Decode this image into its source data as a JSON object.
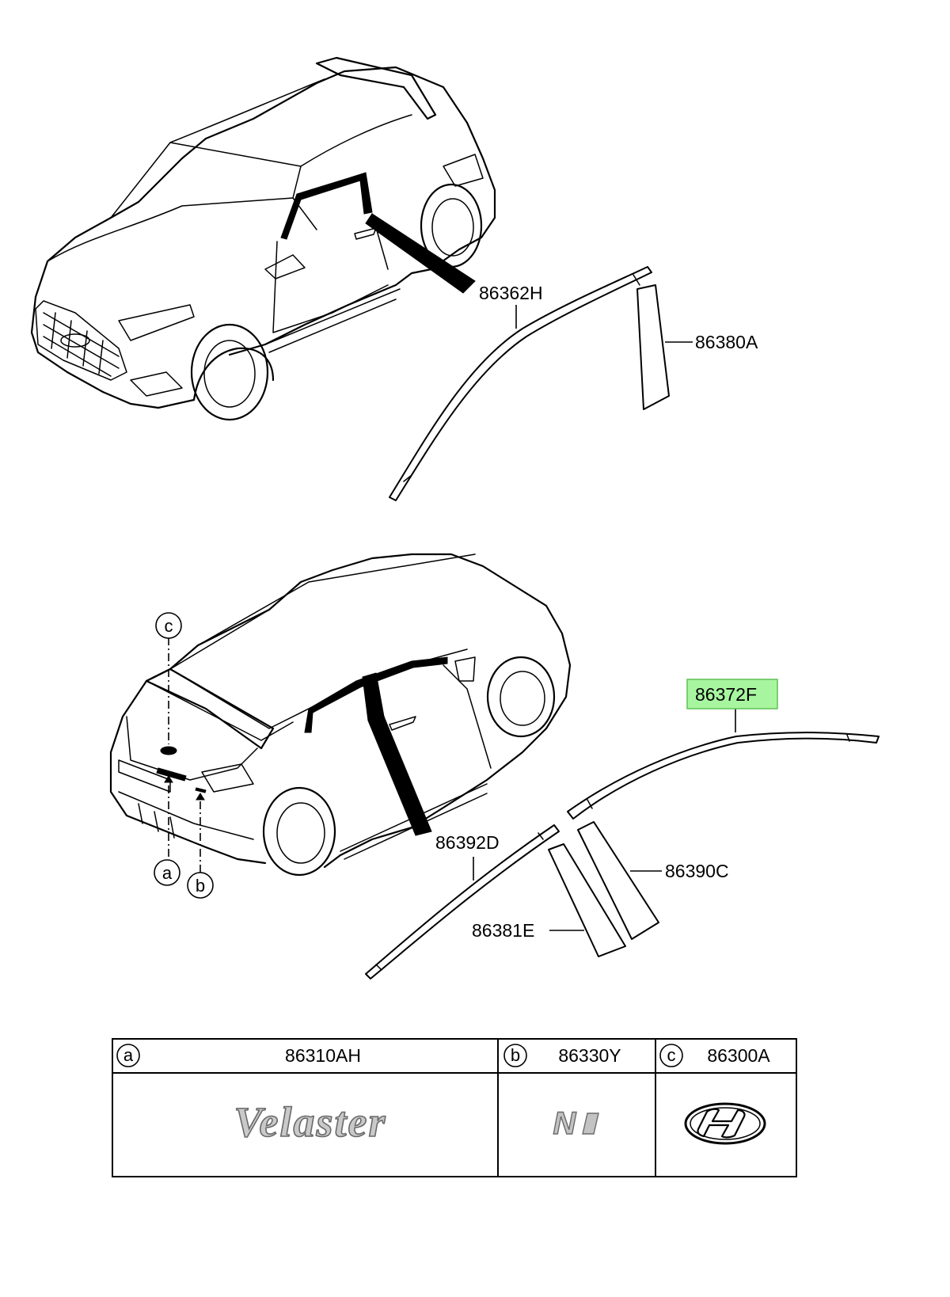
{
  "callouts": {
    "front_roof_molding": "86362H",
    "front_pillar_tape": "86380A",
    "rear_roof_molding": "86372F",
    "rear_roof_molding_d": "86392D",
    "rear_pillar_tape": "86390C",
    "rear_pillar_tape_e": "86381E"
  },
  "highlight_color": "#a8f5a0",
  "locators": {
    "a": "a",
    "b": "b",
    "c": "c"
  },
  "emblem_table": {
    "columns": [
      {
        "letter": "a",
        "part": "86310AH",
        "emblem_text": "Velaster"
      },
      {
        "letter": "b",
        "part": "86330Y",
        "emblem_text": "N"
      },
      {
        "letter": "c",
        "part": "86300A",
        "emblem_text": ""
      }
    ]
  }
}
